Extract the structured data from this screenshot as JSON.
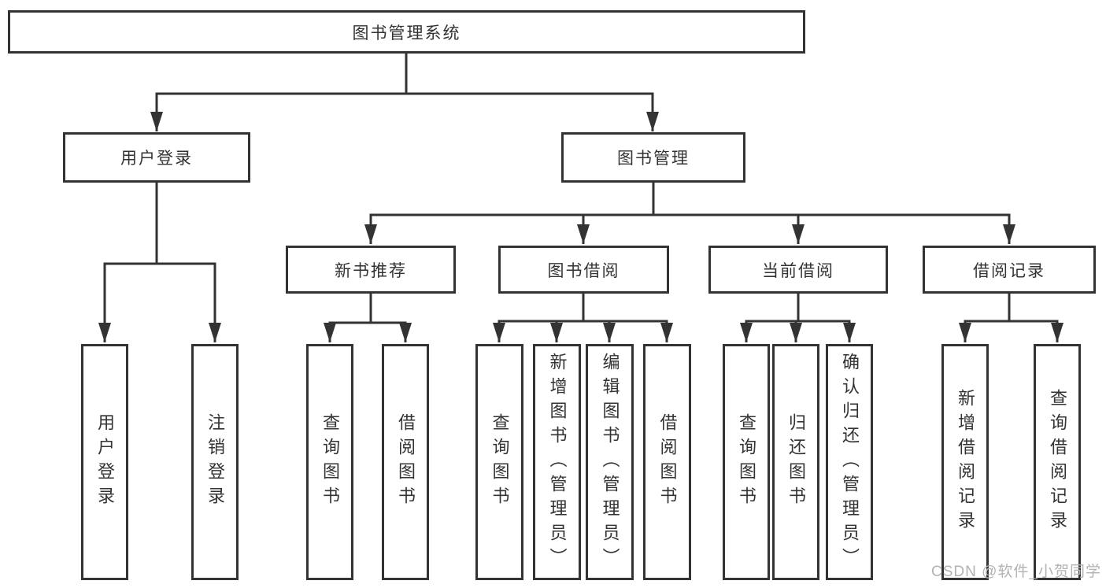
{
  "watermark": "CSDN @软件_小贺同学",
  "colors": {
    "line": "#333333",
    "box_border": "#333333",
    "text": "#333333",
    "watermark": "#b2b2b2",
    "background": "#ffffff"
  },
  "tree": {
    "root": {
      "label": "图书管理系统"
    },
    "branches": [
      {
        "label": "用户登录",
        "leaves": [
          "用户登录",
          "注销登录"
        ]
      },
      {
        "label": "图书管理",
        "groups": [
          {
            "label": "新书推荐",
            "leaves": [
              "查询图书",
              "借阅图书"
            ]
          },
          {
            "label": "图书借阅",
            "leaves": [
              "查询图书",
              "新增图书（管理员）",
              "编辑图书（管理员）",
              "借阅图书"
            ]
          },
          {
            "label": "当前借阅",
            "leaves": [
              "查询图书",
              "归还图书",
              "确认归还（管理员）"
            ]
          },
          {
            "label": "借阅记录",
            "leaves": [
              "新增借阅记录",
              "查询借阅记录"
            ]
          }
        ]
      }
    ]
  }
}
